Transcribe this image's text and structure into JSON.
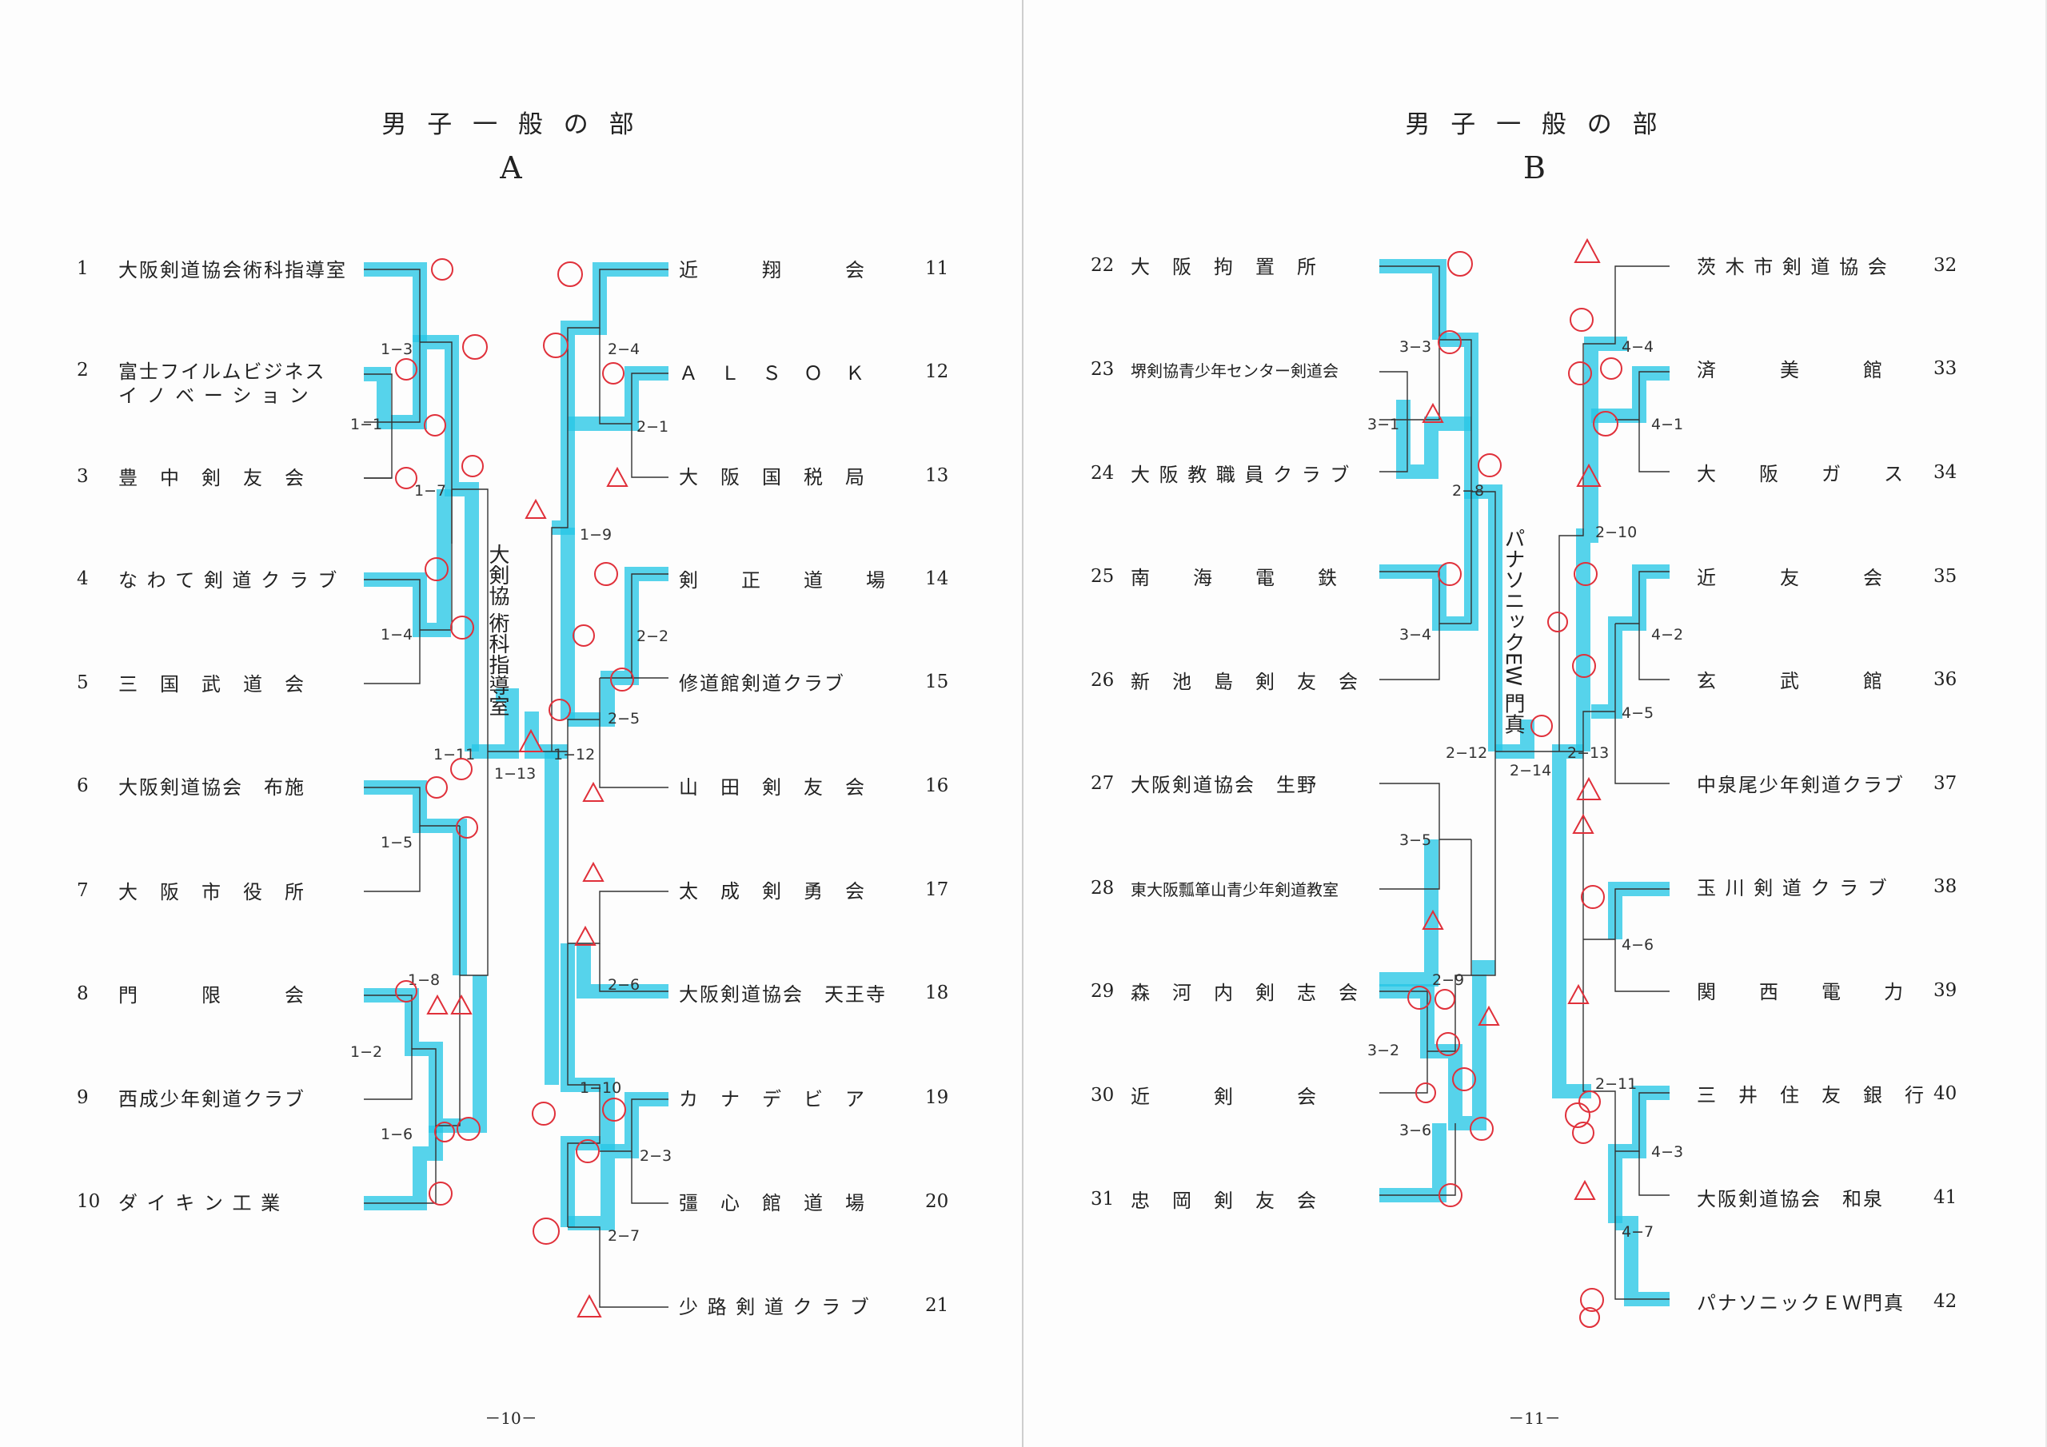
{
  "pages": {
    "left": {
      "heading": "男 子 一 般 の 部",
      "section": "A",
      "page_number": "－10－",
      "note": "大剣協 術科指導室",
      "teams": [
        {
          "num": "1",
          "name": "大阪剣道協会術科指導室"
        },
        {
          "num": "2",
          "name": "富士フイルムビジネス\nイ ノ ベ ー シ ョ ン"
        },
        {
          "num": "3",
          "name": "豊　中　剣　友　会"
        },
        {
          "num": "4",
          "name": "な わ て 剣 道 ク ラ ブ"
        },
        {
          "num": "5",
          "name": "三　国　武　道　会"
        },
        {
          "num": "6",
          "name": "大阪剣道協会　布施"
        },
        {
          "num": "7",
          "name": "大　阪　市　役　所"
        },
        {
          "num": "8",
          "name": "門　　　限　　　会"
        },
        {
          "num": "9",
          "name": "西成少年剣道クラブ"
        },
        {
          "num": "10",
          "name": "ダ イ キ ン 工 業"
        },
        {
          "num": "11",
          "name": "近　　　翔　　　会"
        },
        {
          "num": "12",
          "name": "Ａ　Ｌ　Ｓ　Ｏ　Ｋ"
        },
        {
          "num": "13",
          "name": "大　阪　国　税　局"
        },
        {
          "num": "14",
          "name": "剣　　正　　道　　場"
        },
        {
          "num": "15",
          "name": "修道館剣道クラブ"
        },
        {
          "num": "16",
          "name": "山　田　剣　友　会"
        },
        {
          "num": "17",
          "name": "太　成　剣　勇　会"
        },
        {
          "num": "18",
          "name": "大阪剣道協会　天王寺"
        },
        {
          "num": "19",
          "name": "カ　ナ　デ　ビ　ア"
        },
        {
          "num": "20",
          "name": "彊　心　館　道　場"
        },
        {
          "num": "21",
          "name": "少 路 剣 道 ク ラ ブ"
        }
      ],
      "matches": [
        "1−1",
        "1−2",
        "1−3",
        "1−4",
        "1−5",
        "1−6",
        "1−7",
        "1−8",
        "1−9",
        "1−10",
        "1−11",
        "1−12",
        "1−13",
        "2−1",
        "2−2",
        "2−3",
        "2−4",
        "2−5",
        "2−6",
        "2−7"
      ]
    },
    "right": {
      "heading": "男 子 一 般 の 部",
      "section": "B",
      "page_number": "－11－",
      "note": "パナソニックEW 門真",
      "teams": [
        {
          "num": "22",
          "name": "大　阪　拘　置　所"
        },
        {
          "num": "23",
          "name": "堺剣協青少年センター剣道会"
        },
        {
          "num": "24",
          "name": "大 阪 教 職 員 ク ラ ブ"
        },
        {
          "num": "25",
          "name": "南　　海　　電　　鉄"
        },
        {
          "num": "26",
          "name": "新　池　島　剣　友　会"
        },
        {
          "num": "27",
          "name": "大阪剣道協会　生野"
        },
        {
          "num": "28",
          "name": "東大阪瓢箪山青少年剣道教室"
        },
        {
          "num": "29",
          "name": "森　河　内　剣　志　会"
        },
        {
          "num": "30",
          "name": "近　　　剣　　　会"
        },
        {
          "num": "31",
          "name": "忠　岡　剣　友　会"
        },
        {
          "num": "32",
          "name": "茨 木 市 剣 道 協 会"
        },
        {
          "num": "33",
          "name": "済　　　美　　　館"
        },
        {
          "num": "34",
          "name": "大　　阪　　ガ　　ス"
        },
        {
          "num": "35",
          "name": "近　　　友　　　会"
        },
        {
          "num": "36",
          "name": "玄　　　武　　　館"
        },
        {
          "num": "37",
          "name": "中泉尾少年剣道クラブ"
        },
        {
          "num": "38",
          "name": "玉 川 剣 道 ク ラ ブ"
        },
        {
          "num": "39",
          "name": "関　　西　　電　　力"
        },
        {
          "num": "40",
          "name": "三　井　住　友　銀　行"
        },
        {
          "num": "41",
          "name": "大阪剣道協会　和泉"
        },
        {
          "num": "42",
          "name": "パナソニックＥＷ門真"
        }
      ],
      "matches": [
        "2−8",
        "2−9",
        "2−10",
        "2−11",
        "2−12",
        "2−13",
        "2−14",
        "3−1",
        "3−2",
        "3−3",
        "3−4",
        "3−5",
        "3−6",
        "4−1",
        "4−2",
        "4−3",
        "4−4",
        "4−5",
        "4−6",
        "4−7"
      ]
    }
  },
  "colors": {
    "highlighter": "#27c6e6",
    "pen": "#e0303a",
    "line": "#333333",
    "paper": "#fdfdfd"
  }
}
